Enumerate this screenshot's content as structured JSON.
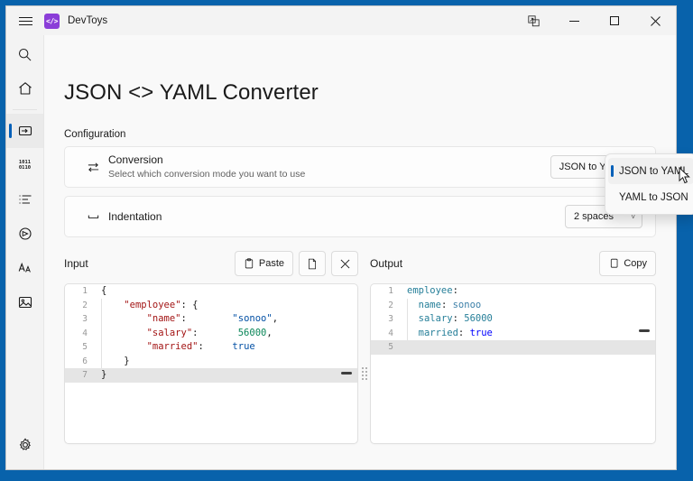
{
  "window": {
    "app_title": "DevToys",
    "app_logo_glyph": "</>",
    "controls": {
      "compact_overlay": "compact-overlay",
      "minimize": "—",
      "maximize": "□",
      "close": "✕"
    }
  },
  "sidebar": {
    "items": [
      {
        "name": "search",
        "icon": "search-icon",
        "selected": false
      },
      {
        "name": "home",
        "icon": "home-icon",
        "selected": false
      },
      {
        "name": "converters",
        "icon": "converter-icon",
        "selected": true
      },
      {
        "name": "encoders-decoders",
        "icon": "binary-icon",
        "label": "1011\n0110",
        "selected": false
      },
      {
        "name": "formatters",
        "icon": "formatter-icon",
        "selected": false
      },
      {
        "name": "generators",
        "icon": "generator-icon",
        "selected": false
      },
      {
        "name": "text",
        "icon": "text-icon",
        "selected": false
      },
      {
        "name": "graphic",
        "icon": "image-icon",
        "selected": false
      },
      {
        "name": "settings",
        "icon": "gear-icon",
        "selected": false
      }
    ]
  },
  "page": {
    "title": "JSON <> YAML Converter",
    "configuration_label": "Configuration"
  },
  "configuration": {
    "conversion": {
      "title": "Conversion",
      "subtitle": "Select which conversion mode you want to use",
      "icon": "swap-arrows-icon",
      "selected_value": "JSON to YAML",
      "options": [
        "JSON to YAML",
        "YAML to JSON"
      ]
    },
    "indentation": {
      "title": "Indentation",
      "icon": "indent-icon",
      "selected_value": "2 spaces",
      "chevron": "˅"
    }
  },
  "input_panel": {
    "title": "Input",
    "paste_label": "Paste",
    "paste_icon": "clipboard-icon",
    "open_file_icon": "file-icon",
    "clear_icon": "close-icon",
    "lines": [
      {
        "n": "1",
        "tokens": [
          {
            "t": "punct",
            "v": "{"
          }
        ]
      },
      {
        "n": "2",
        "tokens": [
          {
            "t": "punct",
            "v": "    "
          },
          {
            "t": "key",
            "v": "\"employee\""
          },
          {
            "t": "punct",
            "v": ": {"
          }
        ]
      },
      {
        "n": "3",
        "tokens": [
          {
            "t": "punct",
            "v": "        "
          },
          {
            "t": "key",
            "v": "\"name\""
          },
          {
            "t": "punct",
            "v": ":        "
          },
          {
            "t": "str",
            "v": "\"sonoo\""
          },
          {
            "t": "punct",
            "v": ","
          }
        ]
      },
      {
        "n": "4",
        "tokens": [
          {
            "t": "punct",
            "v": "        "
          },
          {
            "t": "key",
            "v": "\"salary\""
          },
          {
            "t": "punct",
            "v": ":       "
          },
          {
            "t": "num",
            "v": "56000"
          },
          {
            "t": "punct",
            "v": ","
          }
        ]
      },
      {
        "n": "5",
        "tokens": [
          {
            "t": "punct",
            "v": "        "
          },
          {
            "t": "key",
            "v": "\"married\""
          },
          {
            "t": "punct",
            "v": ":     "
          },
          {
            "t": "bool",
            "v": "true"
          }
        ]
      },
      {
        "n": "6",
        "tokens": [
          {
            "t": "punct",
            "v": "    }"
          }
        ]
      },
      {
        "n": "7",
        "tokens": [
          {
            "t": "punct",
            "v": "}"
          }
        ],
        "highlight": true
      }
    ]
  },
  "output_panel": {
    "title": "Output",
    "copy_label": "Copy",
    "copy_icon": "copy-icon",
    "lines": [
      {
        "n": "1",
        "tokens": [
          {
            "t": "ykey",
            "v": "employee"
          },
          {
            "t": "punct",
            "v": ":"
          }
        ]
      },
      {
        "n": "2",
        "tokens": [
          {
            "t": "punct",
            "v": "  "
          },
          {
            "t": "ykey",
            "v": "name"
          },
          {
            "t": "punct",
            "v": ": "
          },
          {
            "t": "ystr",
            "v": "sonoo"
          }
        ]
      },
      {
        "n": "3",
        "tokens": [
          {
            "t": "punct",
            "v": "  "
          },
          {
            "t": "ykey",
            "v": "salary"
          },
          {
            "t": "punct",
            "v": ": "
          },
          {
            "t": "ynum",
            "v": "56000"
          }
        ]
      },
      {
        "n": "4",
        "tokens": [
          {
            "t": "punct",
            "v": "  "
          },
          {
            "t": "ykey",
            "v": "married"
          },
          {
            "t": "punct",
            "v": ": "
          },
          {
            "t": "ybool",
            "v": "true"
          }
        ]
      },
      {
        "n": "5",
        "tokens": [],
        "highlight": true
      }
    ]
  },
  "colors": {
    "desktop": "#0862ab",
    "accent": "#005fb8",
    "window_bg": "#f3f3f3",
    "content_bg": "#f9f9f9",
    "logo_purple": "#8b3ed8",
    "json_key": "#a31515",
    "json_string": "#0451a5",
    "json_number": "#098658",
    "yaml_key": "#267f99",
    "yaml_bool": "#0000ff"
  }
}
